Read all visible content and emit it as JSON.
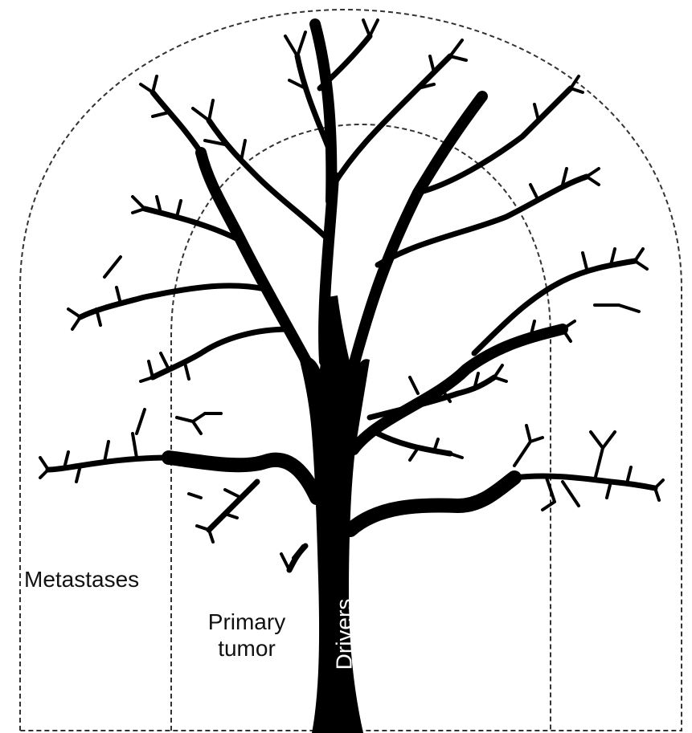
{
  "labels": {
    "metastases": "Metastases",
    "primary_tumor_line1": "Primary",
    "primary_tumor_line2": "tumor",
    "drivers": "Drivers"
  },
  "colors": {
    "tree": "#000000",
    "boundary": "#333333",
    "background": "#ffffff"
  }
}
